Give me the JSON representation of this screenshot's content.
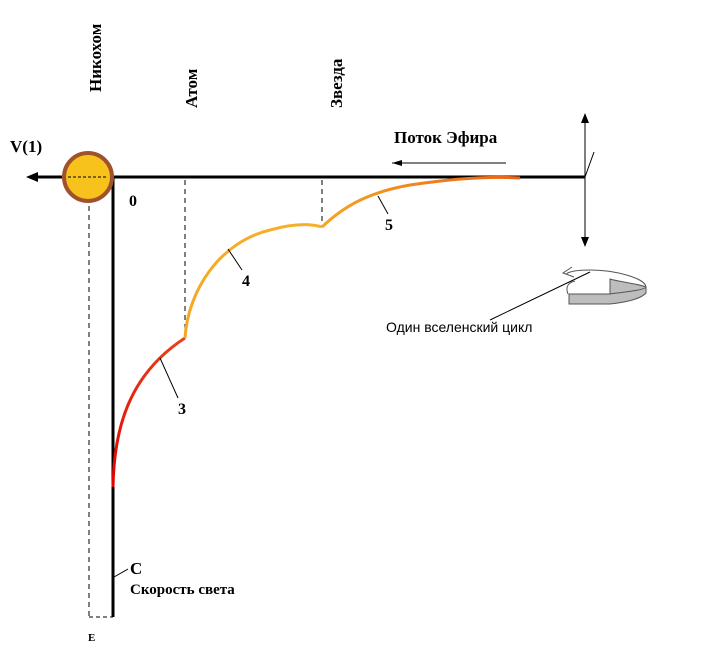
{
  "labels": {
    "nikokhom": "Никохом",
    "atom": "Атом",
    "zvezda": "Звезда",
    "v1": "V(1)",
    "ether_flow": "Поток Эфира",
    "zero": "0",
    "n3": "3",
    "n4": "4",
    "n5": "5",
    "c": "C",
    "speed_of_light": "Скорость света",
    "e": "E",
    "universe_cycle": "Один вселенский цикл"
  },
  "colors": {
    "axis": "#000000",
    "sun_fill": "#f7c21b",
    "sun_ring": "#a0522d",
    "curve_3": "#e82020",
    "curve_4": "#f2a01e",
    "curve_5": "#ee7a1a",
    "cycle_arrow": "#bdbdbd"
  }
}
